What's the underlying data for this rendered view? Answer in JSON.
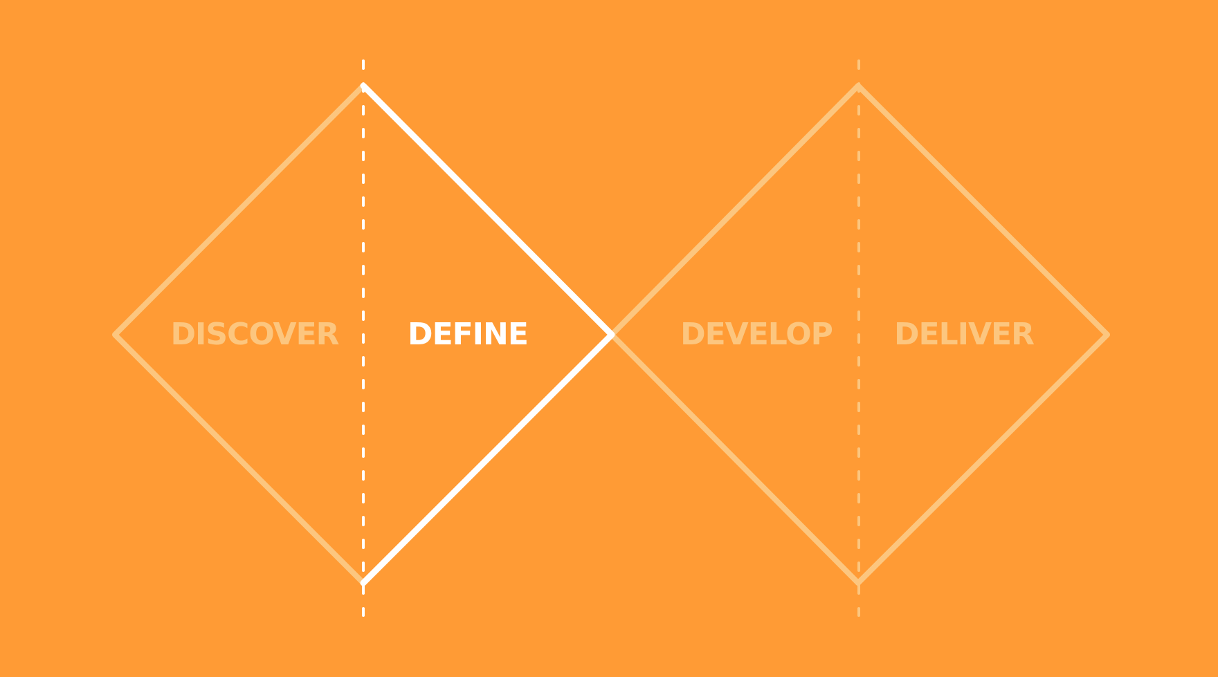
{
  "diagram": {
    "colors": {
      "background": "#FF9B35",
      "active": "#FFFFFF",
      "inactive": "#FCC67F"
    },
    "phases": [
      {
        "id": "discover",
        "label": "DISCOVER",
        "active": false
      },
      {
        "id": "define",
        "label": "DEFINE",
        "active": true
      },
      {
        "id": "develop",
        "label": "DEVELOP",
        "active": false
      },
      {
        "id": "deliver",
        "label": "DELIVER",
        "active": false
      }
    ]
  }
}
